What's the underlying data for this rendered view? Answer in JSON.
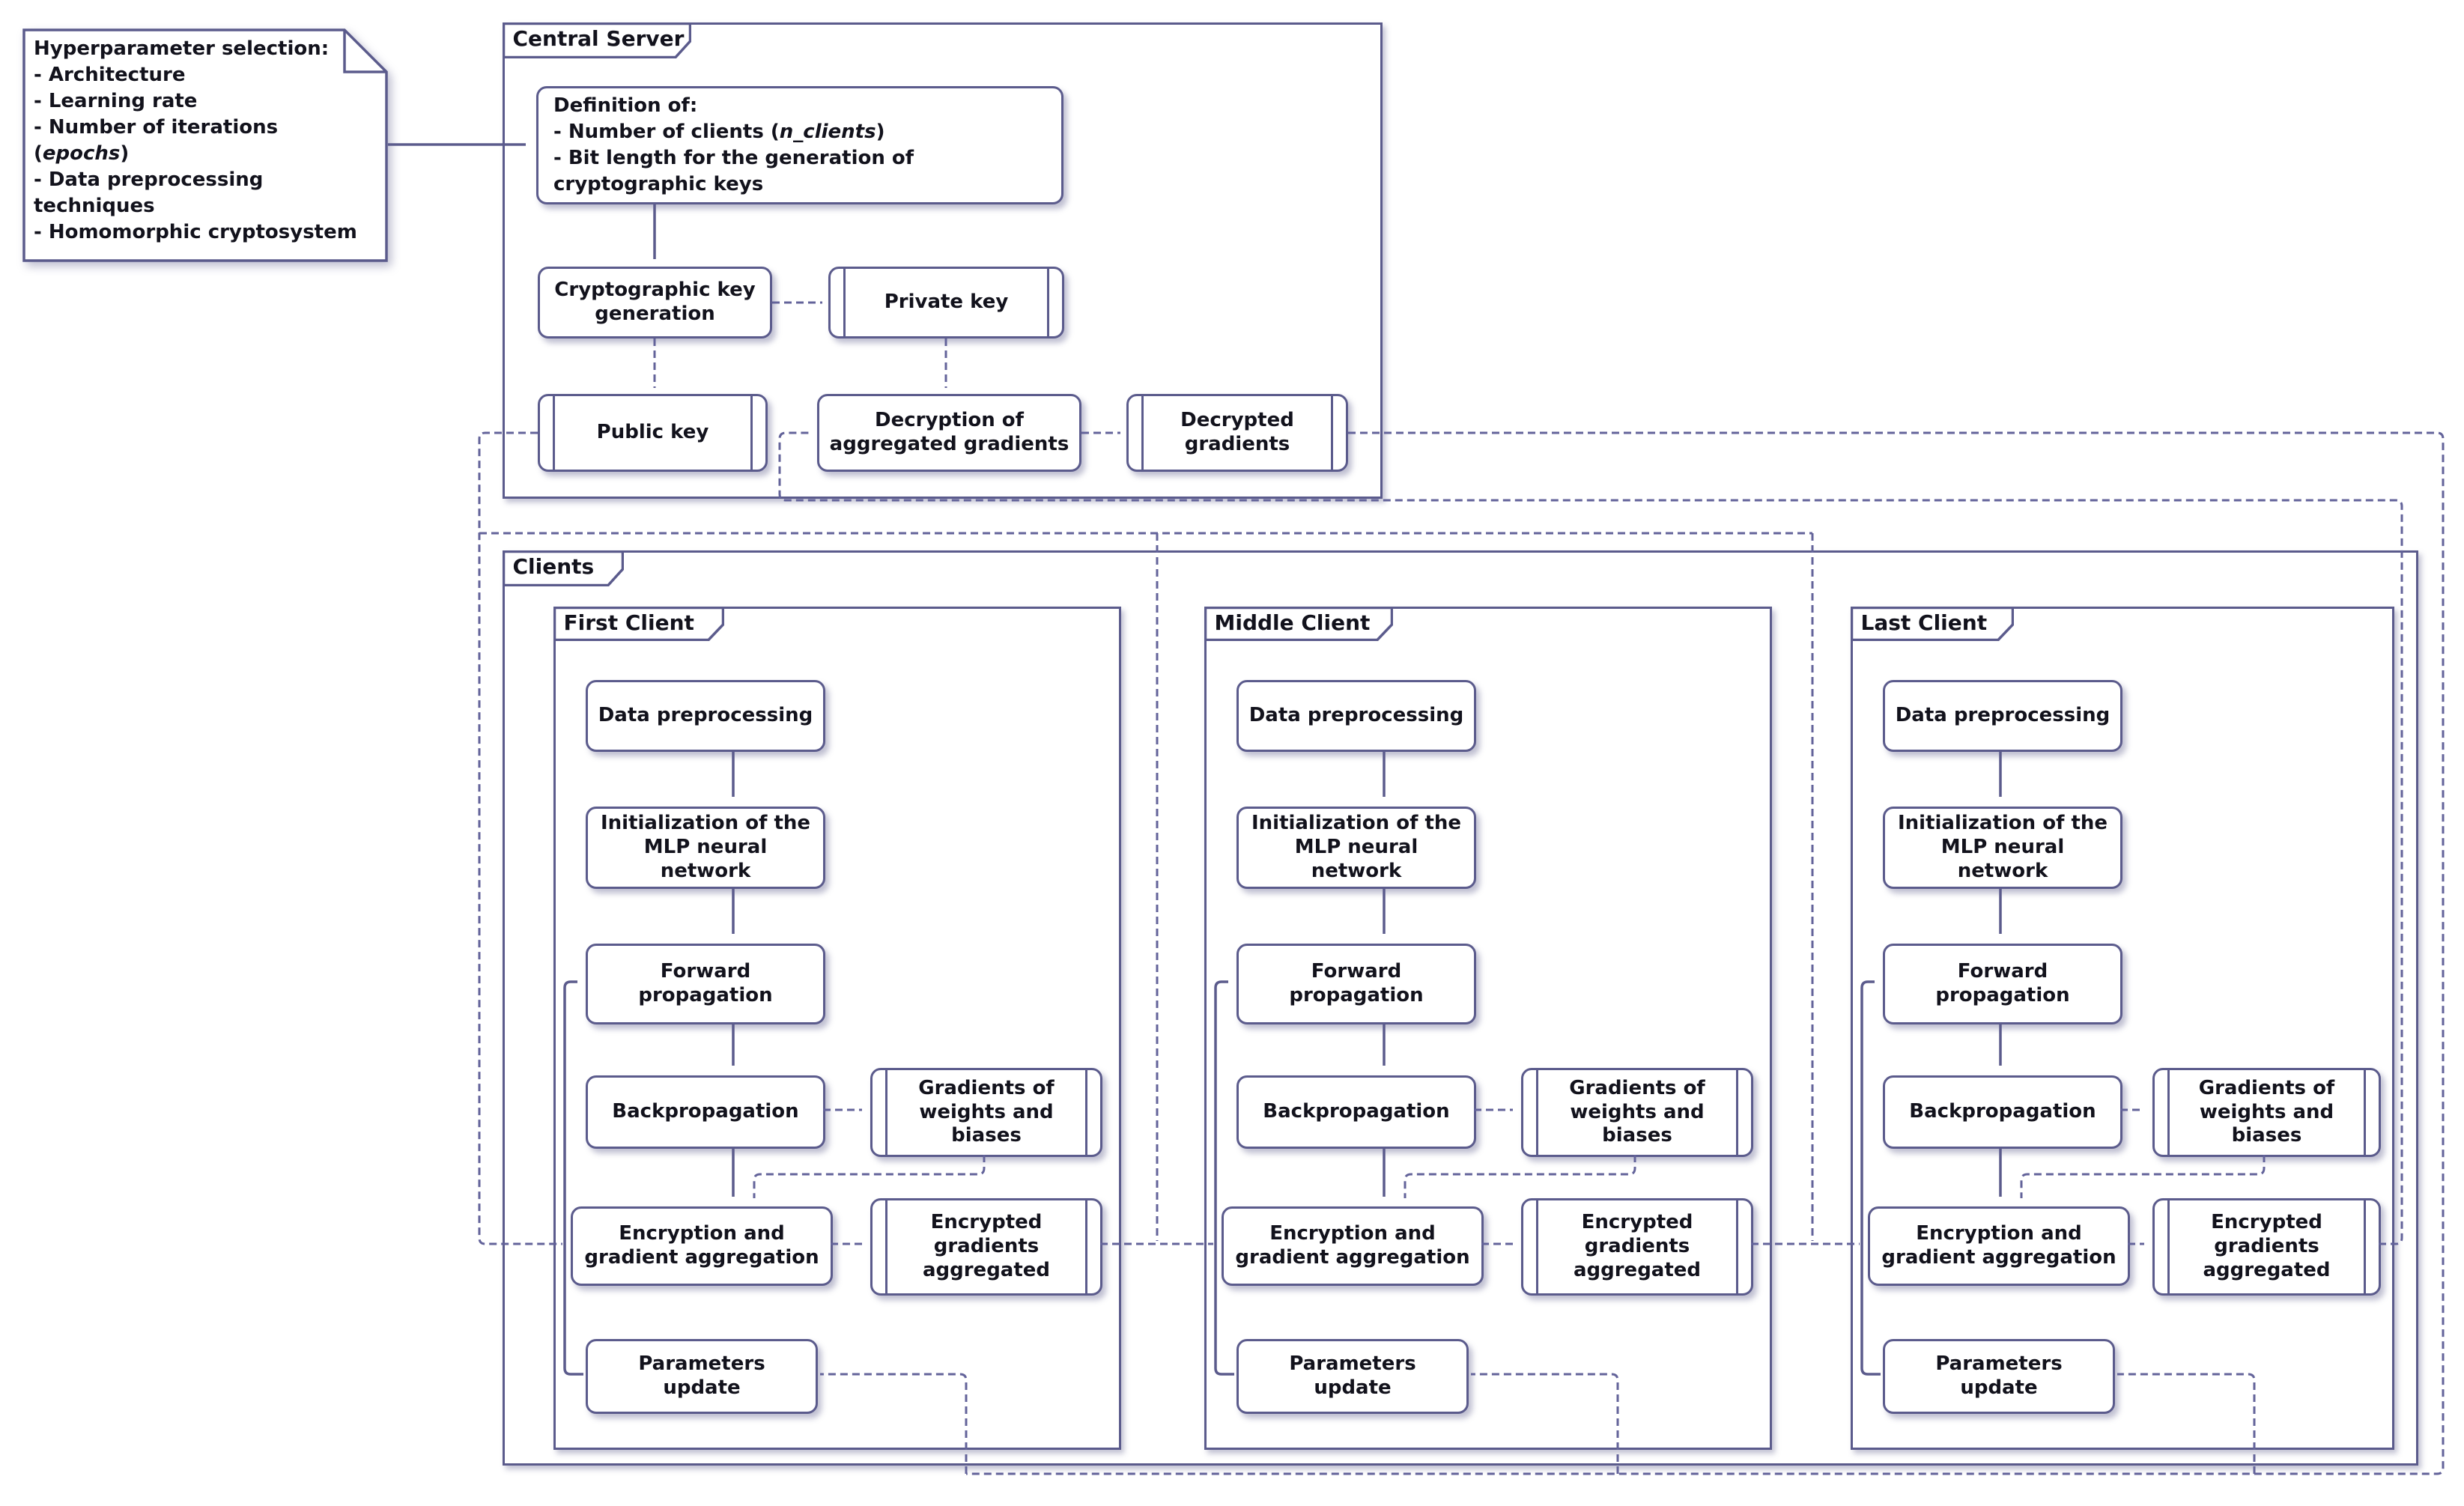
{
  "note": {
    "title": "Hyperparameter selection:",
    "item_architecture": "- Architecture",
    "item_learning_rate": "- Learning rate",
    "item_iterations_pre": "- Number of iterations (",
    "item_iterations_it": "epochs",
    "item_iterations_post": ")",
    "item_preprocessing": "- Data preprocessing techniques",
    "item_cryptosystem": "- Homomorphic cryptosystem"
  },
  "server": {
    "tab": "Central Server",
    "definition": {
      "line0": "Definition of:",
      "line1_pre": "- Number of clients (",
      "line1_it": "n_clients",
      "line1_post": ")",
      "line2": "- Bit length for the generation of",
      "line3": "cryptographic keys"
    },
    "keygen": "Cryptographic key\ngeneration",
    "private_key": "Private key",
    "public_key": "Public key",
    "decryption": "Decryption of\naggregated gradients",
    "decrypted": "Decrypted\ngradients"
  },
  "clients": {
    "tab": "Clients",
    "frames": [
      {
        "label": "First Client"
      },
      {
        "label": "Middle Client"
      },
      {
        "label": "Last Client"
      }
    ],
    "steps": {
      "data_preprocessing": "Data preprocessing",
      "initialization": "Initialization of the\nMLP neural network",
      "forward": "Forward\npropagation",
      "backpropagation": "Backpropagation",
      "gradients": "Gradients of\nweights and\nbiases",
      "encryption": "Encryption and\ngradient aggregation",
      "encrypted": "Encrypted\ngradients\naggregated",
      "parameters": "Parameters update"
    }
  },
  "colors": {
    "line": "#5b5b8c",
    "dashed_line": "#63639a",
    "text": "#12121c",
    "background": "#ffffff",
    "arrowhead": "#4d4d82"
  }
}
